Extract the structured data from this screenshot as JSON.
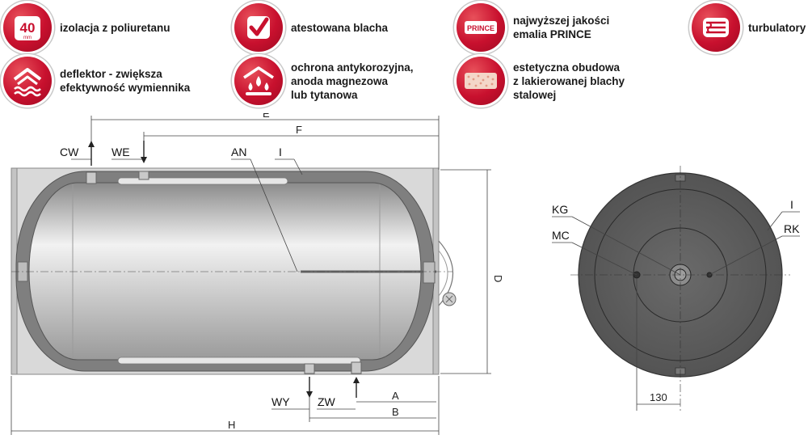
{
  "features": [
    {
      "label": "izolacja z poliuretanu",
      "icon": "insulation-40mm-icon",
      "badge_text": "40",
      "badge_unit": "mm"
    },
    {
      "label": "atestowana blacha",
      "icon": "checkmark-icon"
    },
    {
      "label": "najwyższej jakości\nemalia PRINCE",
      "icon": "prince-enamel-icon",
      "badge_text": "PRINCE"
    },
    {
      "label": "turbulatory",
      "icon": "turbulator-icon"
    },
    {
      "label": "deflektor - zwiększa\nefektywność wymiennika",
      "icon": "deflector-icon"
    },
    {
      "label": "ochrona antykorozyjna,\nanoda magnezowa\nlub tytanowa",
      "icon": "anticorrosion-drops-icon"
    },
    {
      "label": "estetyczna obudowa\nz lakierowanej blachy\nstalowej",
      "icon": "steel-casing-icon"
    }
  ],
  "side_view": {
    "labels": {
      "cw": "CW",
      "we": "WE",
      "an": "AN",
      "i": "I",
      "wy": "WY",
      "zw": "ZW"
    },
    "dimensions": {
      "e": "E",
      "f": "F",
      "d": "D",
      "h": "H",
      "a": "A",
      "b": "B"
    }
  },
  "end_view": {
    "labels": {
      "kg": "KG",
      "mc": "MC",
      "i": "I",
      "rk": "RK"
    },
    "dimension_130": "130"
  },
  "colors": {
    "badge_red": "#c8102e",
    "insulation": "#7f7f7f",
    "tank_end": "#5f5f5f",
    "casing": "#d9d9d9"
  }
}
